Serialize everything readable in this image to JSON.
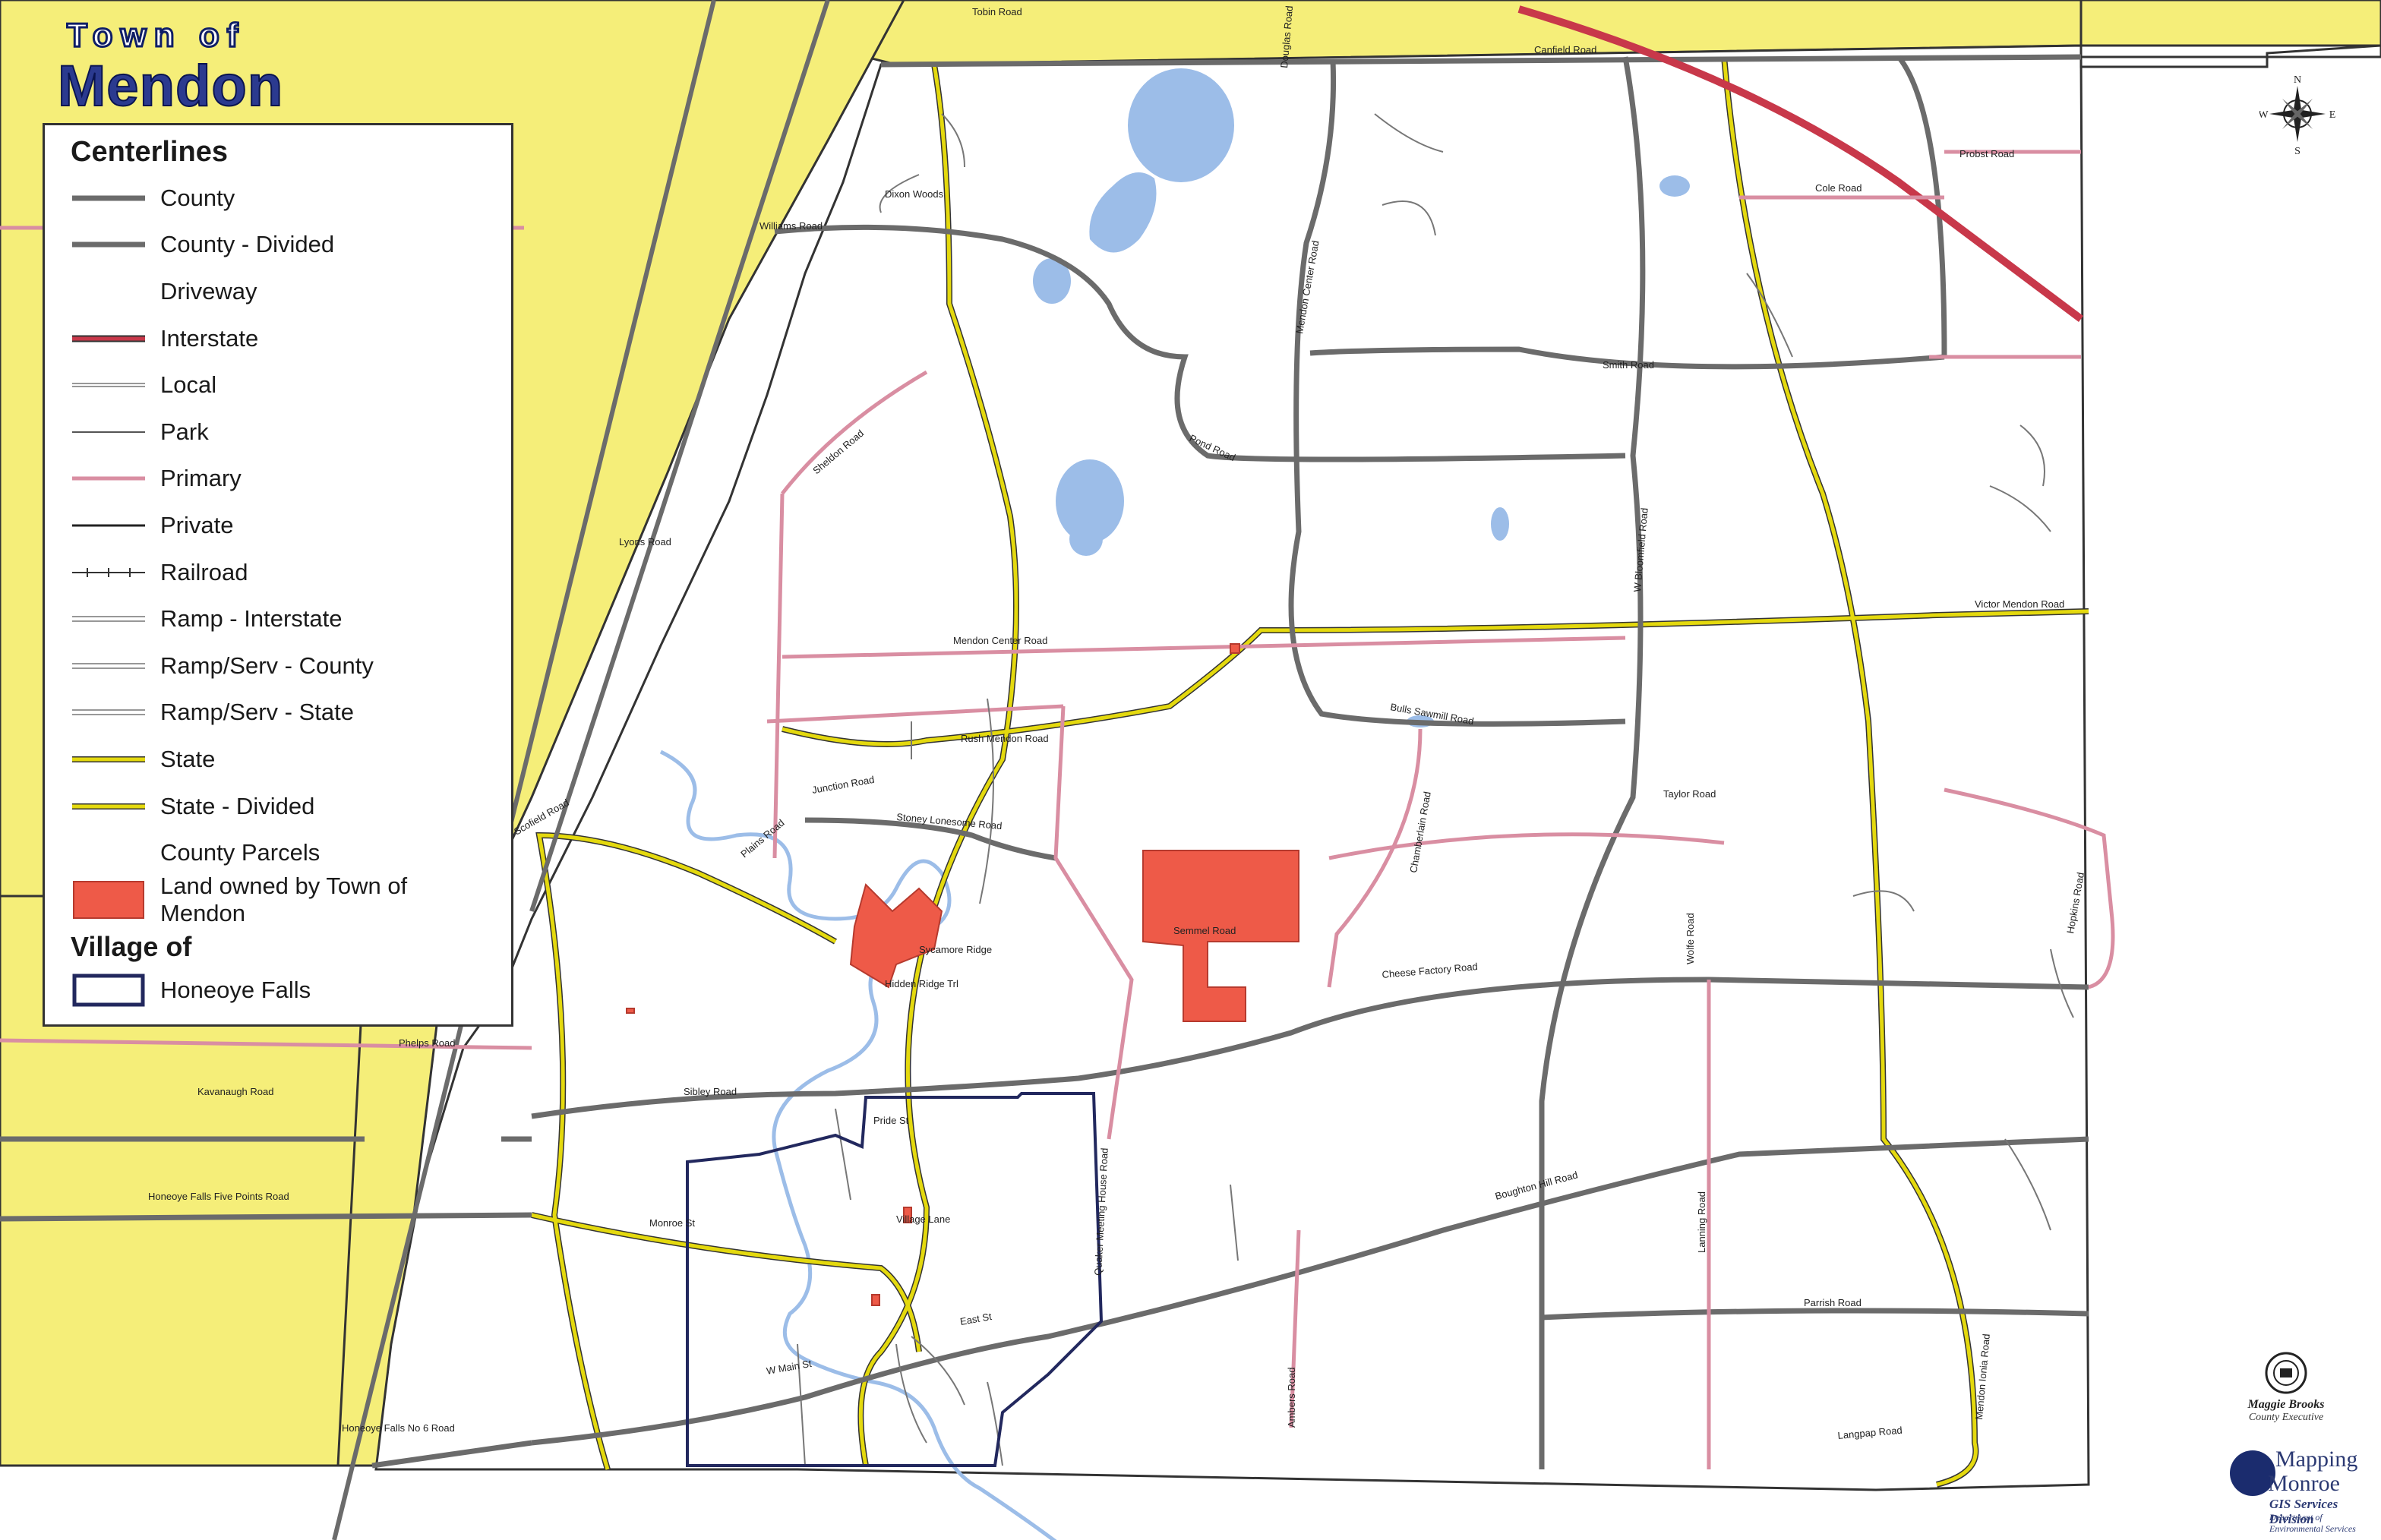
{
  "title": {
    "line1": "Town of",
    "line2": "Mendon"
  },
  "legend": {
    "heading": "Centerlines",
    "items": [
      {
        "label": "County",
        "style": "county"
      },
      {
        "label": "County - Divided",
        "style": "county"
      },
      {
        "label": "Driveway",
        "style": "none"
      },
      {
        "label": "Interstate",
        "style": "interstate"
      },
      {
        "label": "Local",
        "style": "local"
      },
      {
        "label": "Park",
        "style": "park"
      },
      {
        "label": "Primary",
        "style": "primary"
      },
      {
        "label": "Private",
        "style": "private"
      },
      {
        "label": "Railroad",
        "style": "railroad"
      },
      {
        "label": "Ramp - Interstate",
        "style": "ramp"
      },
      {
        "label": "Ramp/Serv - County",
        "style": "ramp"
      },
      {
        "label": "Ramp/Serv - State",
        "style": "ramp"
      },
      {
        "label": "State",
        "style": "state"
      },
      {
        "label": "State - Divided",
        "style": "state"
      },
      {
        "label": "County Parcels",
        "style": "none"
      },
      {
        "label": "Land owned by Town of Mendon",
        "style": "parcel"
      }
    ],
    "village_heading": "Village of",
    "village_item": {
      "label": "Honeoye Falls",
      "style": "village"
    }
  },
  "colors": {
    "state_fill": "#f5ee79",
    "state_road": "#e4d90e",
    "county_road": "#6b6b6b",
    "interstate": "#c8384a",
    "primary": "#d98ea2",
    "town_land": "#ee5a48",
    "water": "#9cbde8",
    "village": "#22285e",
    "local": "#888888"
  },
  "compass": {
    "n": "N",
    "s": "S",
    "e": "E",
    "w": "W"
  },
  "credits": {
    "executive_name": "Maggie Brooks",
    "executive_title": "County Executive",
    "org1": "Mapping",
    "org2": "Monroe",
    "division": "GIS Services Division",
    "department": "Department of Environmental Services"
  },
  "road_labels": [
    "Tobin Road",
    "Canfield Road",
    "Douglas Road",
    "Williams Road",
    "Dixon Woods",
    "Pond Road",
    "Smith Road",
    "Cole Road",
    "Probst Road",
    "Mendon Center Road",
    "Mendon Center Road",
    "Lyons Road",
    "Sheldon Road",
    "Rush Mendon Road",
    "Junction Road",
    "Stoney Lonesome Road",
    "Sycamore Ridge",
    "Hidden Ridge Trl",
    "Semmel Road",
    "Cheese Factory Road",
    "Taylor Road",
    "Boughton Hill Road",
    "Parrish Road",
    "Langpap Road",
    "Sibley Road",
    "Phelps Road",
    "Kavanaugh Road",
    "Honeoye Falls Five Points Road",
    "Honeoye Falls No 6 Road",
    "Monroe St",
    "W Main St",
    "East St",
    "Quaker Meeting House Road",
    "Victor Mendon Road",
    "W Bloomfield Road",
    "Mendon Ionia Road",
    "Lanning Road",
    "Ambers Road",
    "Scofield Road",
    "Plains Road",
    "Pride St",
    "Village Lane",
    "Chamberlain Road",
    "Bulls Sawmill Road",
    "Wolfe Road",
    "Hopkins Road"
  ]
}
